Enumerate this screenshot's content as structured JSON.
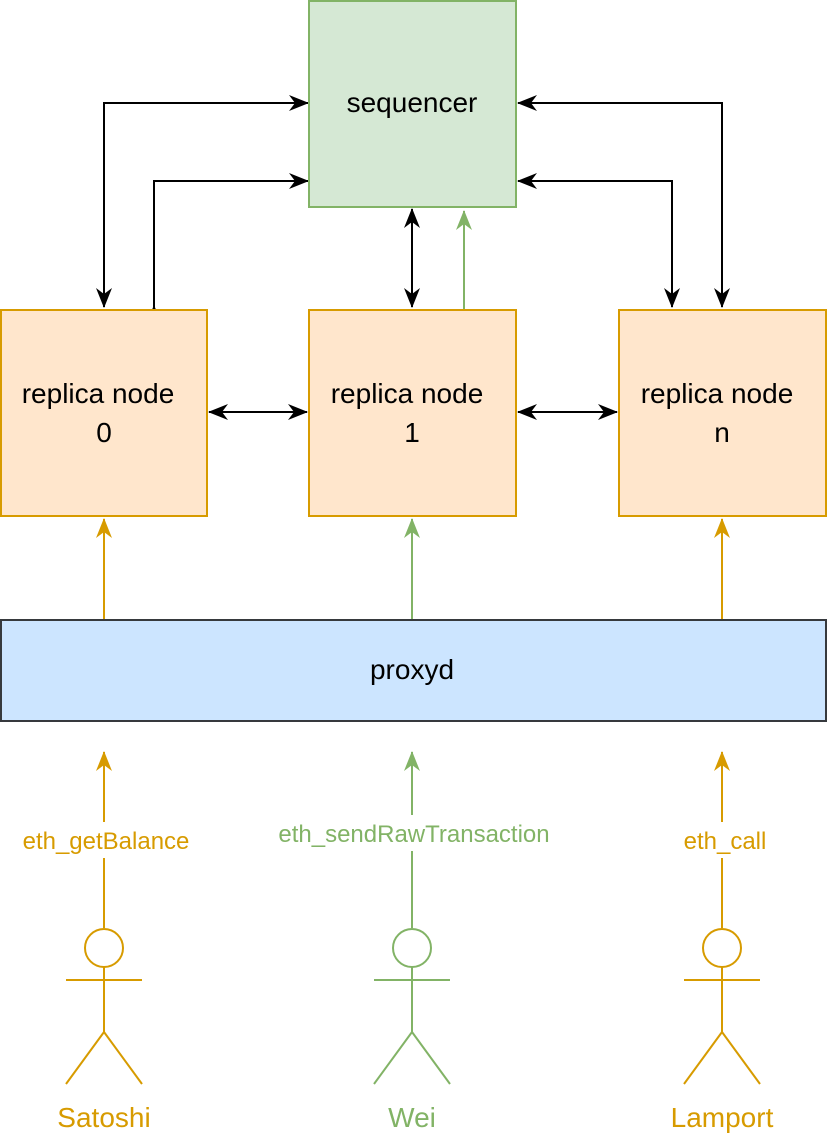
{
  "colors": {
    "orange": "#d79b00",
    "green": "#82b366",
    "black": "#000000",
    "sequencer_fill": "#d5e8d4",
    "replica_fill": "#ffe6cc",
    "proxyd_fill": "#cce5ff",
    "proxyd_stroke": "#36393d"
  },
  "nodes": {
    "sequencer": {
      "label": "sequencer"
    },
    "replica_0": {
      "line1": "replica node",
      "line2": "0"
    },
    "replica_1": {
      "line1": "replica node",
      "line2": "1"
    },
    "replica_n": {
      "line1": "replica node",
      "line2": "n"
    },
    "proxyd": {
      "label": "proxyd"
    }
  },
  "calls": {
    "get_balance": "eth_getBalance",
    "send_raw_transaction": "eth_sendRawTransaction",
    "call": "eth_call"
  },
  "actors": {
    "satoshi": "Satoshi",
    "wei": "Wei",
    "lamport": "Lamport"
  }
}
